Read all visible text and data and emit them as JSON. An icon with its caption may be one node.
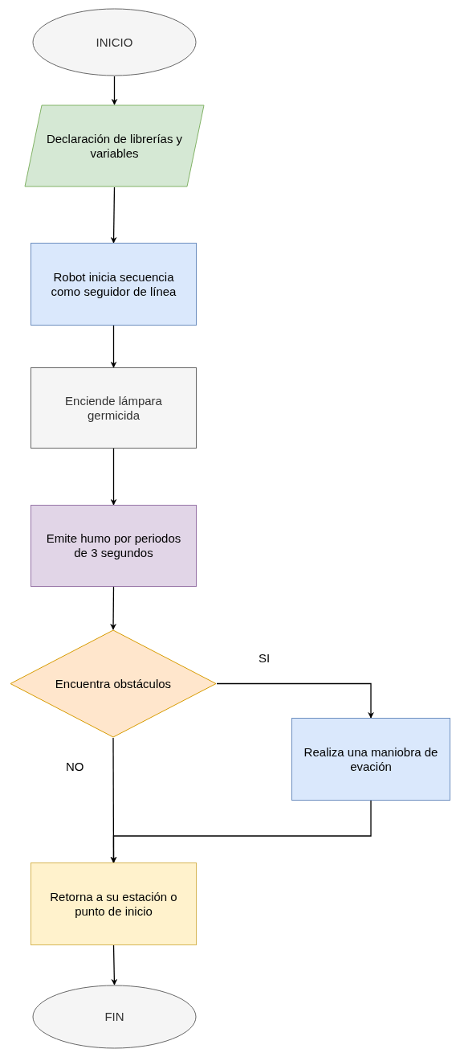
{
  "diagram": {
    "nodes": [
      {
        "text": [
          "INICIO"
        ]
      },
      {
        "text": [
          "Declaración de librerías y variables"
        ]
      },
      {
        "text": [
          "Robot inicia secuencia como seguidor de línea"
        ]
      },
      {
        "text": [
          "Enciende lámpara germicida"
        ]
      },
      {
        "text": [
          "Emite humo por periodos de 3 segundos"
        ]
      },
      {
        "text": [
          "Encuentra obstáculos"
        ]
      },
      {
        "text": [
          "Realiza una maniobra de evación"
        ]
      },
      {
        "text": [
          "Retorna a su estación o punto de inicio"
        ]
      },
      {
        "text": [
          "FIN"
        ]
      }
    ],
    "edges": [
      {
        "from": 0,
        "to": 1,
        "arrow": "to"
      },
      {
        "from": 1,
        "to": 2,
        "arrow": "to"
      },
      {
        "from": 2,
        "to": 3,
        "arrow": "to"
      },
      {
        "from": 3,
        "to": 4,
        "arrow": "to"
      },
      {
        "from": 4,
        "to": 5,
        "arrow": "to"
      },
      {
        "from": 5,
        "to": 6,
        "arrow": "to",
        "label": "SI"
      },
      {
        "from": 5,
        "to": 7,
        "arrow": "to",
        "label": "NO"
      },
      {
        "from": 6,
        "to": 7,
        "arrow": "to"
      },
      {
        "from": 7,
        "to": 8,
        "arrow": "to"
      }
    ]
  }
}
